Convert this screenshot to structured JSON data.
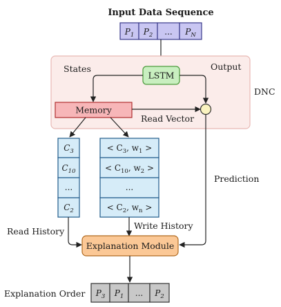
{
  "title": "Input Data Sequence",
  "input_sequence": [
    {
      "base": "P",
      "sub": "1"
    },
    {
      "base": "P",
      "sub": "2"
    },
    {
      "base": "...",
      "sub": ""
    },
    {
      "base": "P",
      "sub": "N"
    }
  ],
  "dnc": {
    "label": "DNC",
    "states_label": "States",
    "output_label": "Output",
    "lstm_label": "LSTM",
    "memory_label": "Memory",
    "read_vector_label": "Read Vector"
  },
  "read_history": {
    "label": "Read History",
    "cells": [
      {
        "base": "C",
        "sub": "3"
      },
      {
        "base": "C",
        "sub": "10"
      },
      {
        "base": "...",
        "sub": ""
      },
      {
        "base": "C",
        "sub": "2"
      }
    ]
  },
  "write_history": {
    "label": "Write History",
    "cells": [
      {
        "pre": "< C",
        "sub1": "3",
        "mid": ", w",
        "sub2": "1",
        "post": " >"
      },
      {
        "pre": "< C",
        "sub1": "10",
        "mid": ", w",
        "sub2": "2",
        "post": " >"
      },
      {
        "pre": "...",
        "sub1": "",
        "mid": "",
        "sub2": "",
        "post": ""
      },
      {
        "pre": "< C",
        "sub1": "2",
        "mid": ", w",
        "sub2": "n",
        "post": " >"
      }
    ]
  },
  "prediction_label": "Prediction",
  "explanation_module_label": "Explanation Module",
  "explanation_order": {
    "label": "Explanation Order",
    "cells": [
      {
        "base": "P",
        "sub": "3"
      },
      {
        "base": "P",
        "sub": "1"
      },
      {
        "base": "...",
        "sub": ""
      },
      {
        "base": "P",
        "sub": "2"
      }
    ]
  },
  "colors": {
    "input_fill": "#c9c6f2",
    "input_stroke": "#3a3a8a",
    "dnc_fill": "#fbecea",
    "dnc_stroke": "#e8b8b4",
    "lstm_fill": "#c9efc0",
    "lstm_stroke": "#4a9a3a",
    "memory_fill": "#f7b6b8",
    "memory_stroke": "#b03030",
    "output_node_fill": "#fbf3c0",
    "history_fill": "#d6ecf8",
    "history_stroke": "#1e5a8a",
    "module_fill": "#fbc896",
    "module_stroke": "#b06a20",
    "order_fill": "#c8c8c8",
    "order_stroke": "#333333"
  }
}
